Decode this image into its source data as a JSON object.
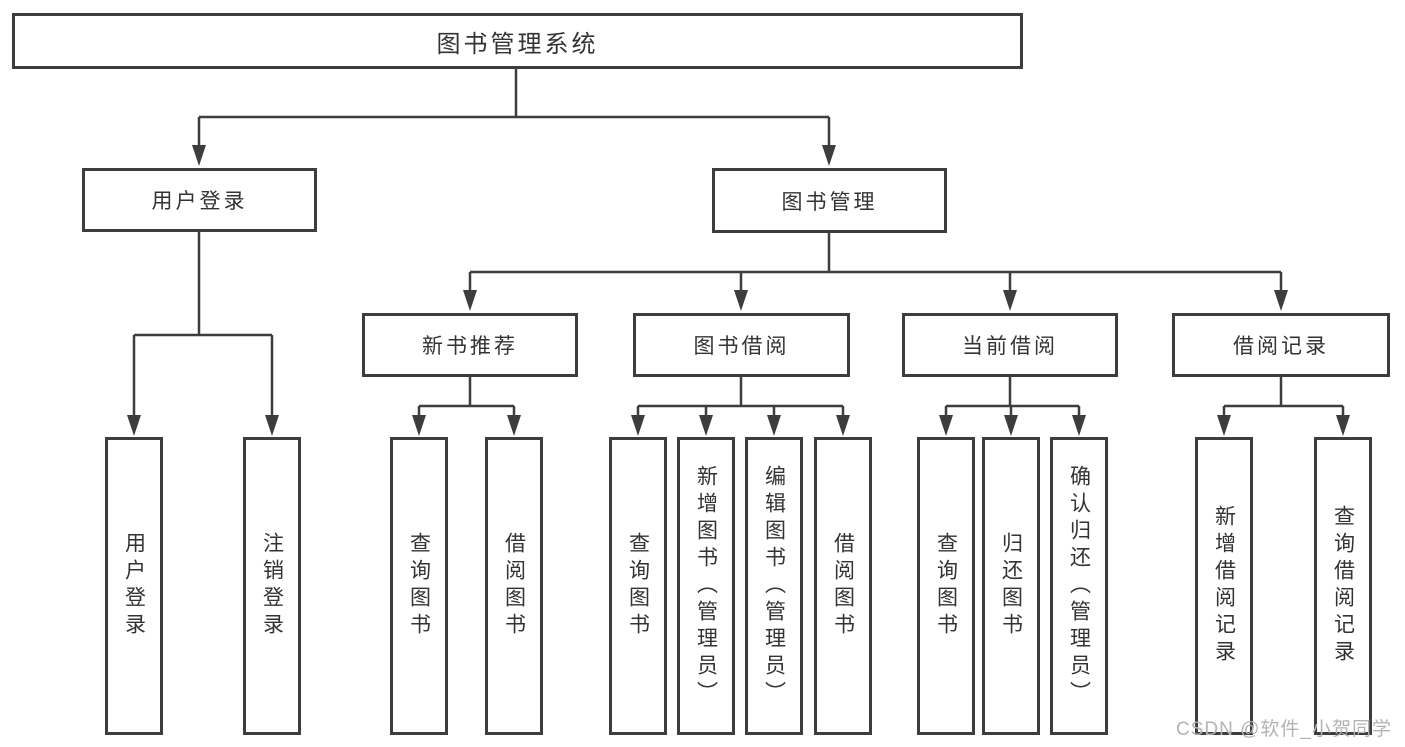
{
  "diagram_title": "图书管理系统",
  "nodes": {
    "root": "图书管理系统",
    "user_login": "用户登录",
    "book_mgmt": "图书管理",
    "new_book_rec": "新书推荐",
    "book_borrow": "图书借阅",
    "current_borrow": "当前借阅",
    "borrow_records": "借阅记录",
    "leaf_user_login": "用户登录",
    "leaf_logout": "注销登录",
    "leaf_nb_query": "查询图书",
    "leaf_nb_borrow": "借阅图书",
    "leaf_bb_query": "查询图书",
    "leaf_bb_add": "新增图书（管理员）",
    "leaf_bb_edit": "编辑图书（管理员）",
    "leaf_bb_borrow": "借阅图书",
    "leaf_cb_query": "查询图书",
    "leaf_cb_return": "归还图书",
    "leaf_cb_confirm": "确认归还（管理员）",
    "leaf_br_add": "新增借阅记录",
    "leaf_br_query": "查询借阅记录"
  },
  "hierarchy": {
    "图书管理系统": {
      "用户登录": [
        "用户登录",
        "注销登录"
      ],
      "图书管理": {
        "新书推荐": [
          "查询图书",
          "借阅图书"
        ],
        "图书借阅": [
          "查询图书",
          "新增图书（管理员）",
          "编辑图书（管理员）",
          "借阅图书"
        ],
        "当前借阅": [
          "查询图书",
          "归还图书",
          "确认归还（管理员）"
        ],
        "借阅记录": [
          "新增借阅记录",
          "查询借阅记录"
        ]
      }
    }
  },
  "watermark": "CSDN @软件_小贺同学",
  "colors": {
    "background": "#ffffff",
    "line": "#3d3d3d",
    "box_border": "#3d3d3d",
    "text": "#333333",
    "watermark": "#b3b3b3"
  }
}
